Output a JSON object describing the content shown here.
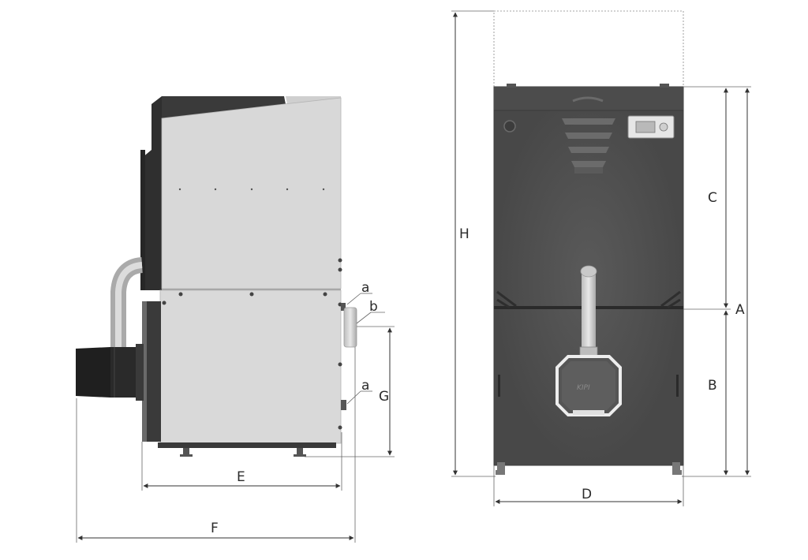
{
  "dimension_labels": {
    "A": "A",
    "B": "B",
    "C": "C",
    "D": "D",
    "E": "E",
    "F": "F",
    "G": "G",
    "H": "H"
  },
  "connection_labels": {
    "a_top": "a",
    "b": "b",
    "a_bottom": "a"
  },
  "burner_brand": "KIPI",
  "colors": {
    "boiler_body": "#4a4a4a",
    "side_panel": "#d8d8d8",
    "dark_front": "#2f2f2f",
    "burner": "#1e1e1e"
  }
}
